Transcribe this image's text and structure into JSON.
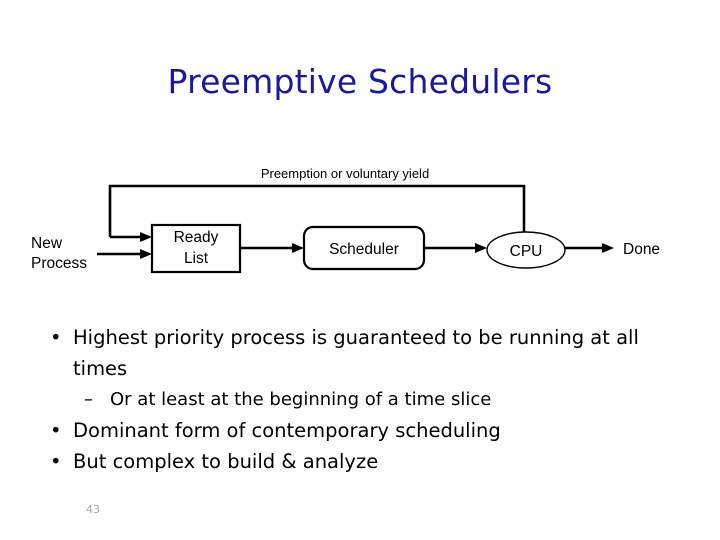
{
  "slide": {
    "title": "Preemptive Schedulers",
    "page_number": "43",
    "title_color": "#1a189e",
    "page_number_color": "#a6a6a6",
    "background_color": "#ffffff"
  },
  "diagram": {
    "feedback_label": "Preemption or voluntary yield",
    "source_label_line1": "New",
    "source_label_line2": "Process",
    "nodes": [
      {
        "id": "ready-list",
        "label_line1": "Ready",
        "label_line2": "List",
        "shape": "rectangle"
      },
      {
        "id": "scheduler",
        "label": "Scheduler",
        "shape": "rounded-rectangle"
      },
      {
        "id": "cpu",
        "label": "CPU",
        "shape": "ellipse"
      }
    ],
    "terminal_label": "Done",
    "stroke_color": "#000000",
    "fill_color": "#ffffff"
  },
  "bullets": [
    {
      "level": 1,
      "marker": "•",
      "text": "Highest priority process is guaranteed to be running at all times"
    },
    {
      "level": 2,
      "marker": "–",
      "text": "Or at least at the beginning of a time slice"
    },
    {
      "level": 1,
      "marker": "•",
      "text": "Dominant form of contemporary scheduling"
    },
    {
      "level": 1,
      "marker": "•",
      "text": "But complex to build & analyze"
    }
  ]
}
